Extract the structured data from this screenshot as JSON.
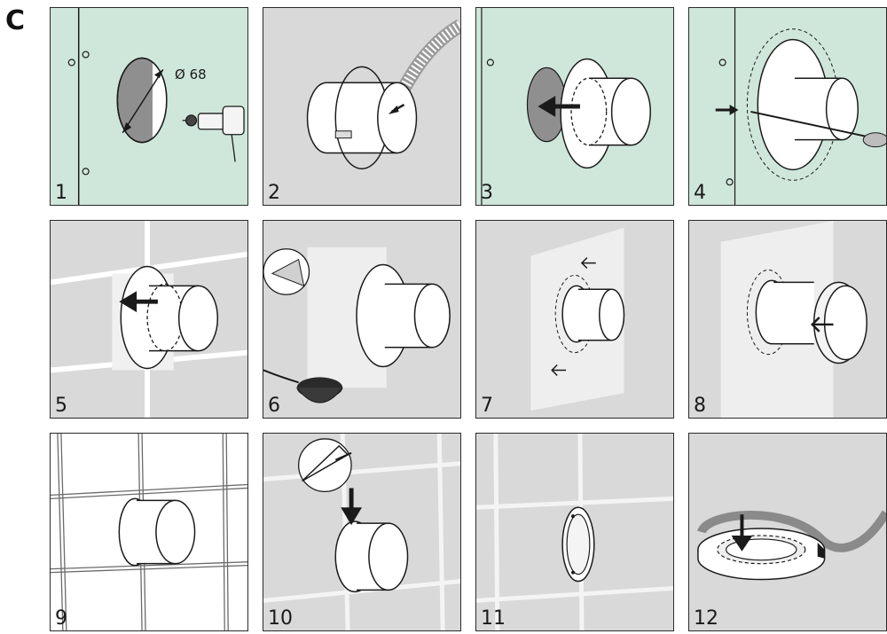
{
  "section_letter": "C",
  "colors": {
    "green": "#cfe7da",
    "grey": "#d9d9d9",
    "white": "#ffffff",
    "line": "#1a1a1a"
  },
  "panels": [
    {
      "step": "1",
      "dimension": "Ø 68"
    },
    {
      "step": "2"
    },
    {
      "step": "3"
    },
    {
      "step": "4"
    },
    {
      "step": "5"
    },
    {
      "step": "6"
    },
    {
      "step": "7"
    },
    {
      "step": "8"
    },
    {
      "step": "9"
    },
    {
      "step": "10"
    },
    {
      "step": "11"
    },
    {
      "step": "12"
    }
  ]
}
